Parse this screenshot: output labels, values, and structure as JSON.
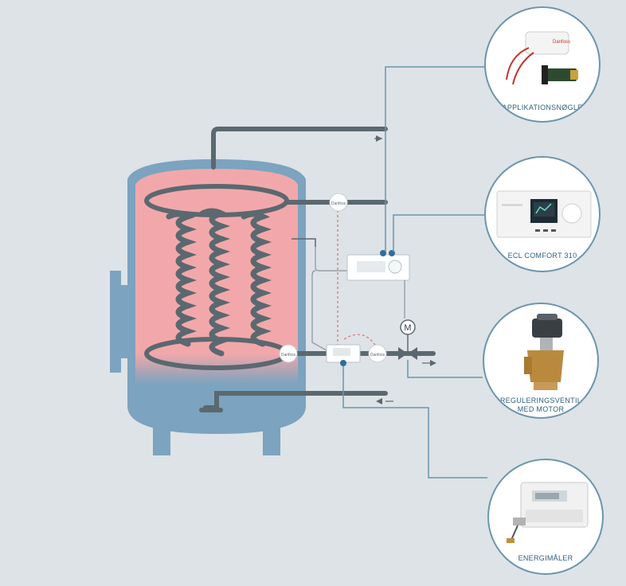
{
  "colors": {
    "background": "#dde3e7",
    "tank": "#7ca3bf",
    "hot_zone": "#f2a8aa",
    "pipe": "#5b6870",
    "signal_line": "#6d95ad",
    "sensor_dash": "#e06b6b"
  },
  "callouts": [
    {
      "id": "applikationsnogle",
      "label": "APPLIKATIONSNØGLE",
      "icon": "application-key-icon"
    },
    {
      "id": "ecl-comfort",
      "label": "ECL COMFORT 310",
      "icon": "ecl-controller-icon"
    },
    {
      "id": "reguleringsventil",
      "label_lines": [
        "REGULERINGSVENTIL",
        "MED MOTOR"
      ],
      "icon": "motor-valve-icon"
    },
    {
      "id": "energimaler",
      "label": "ENERGIMÅLER",
      "icon": "energy-meter-icon"
    }
  ],
  "valve_motor_symbol": "M"
}
